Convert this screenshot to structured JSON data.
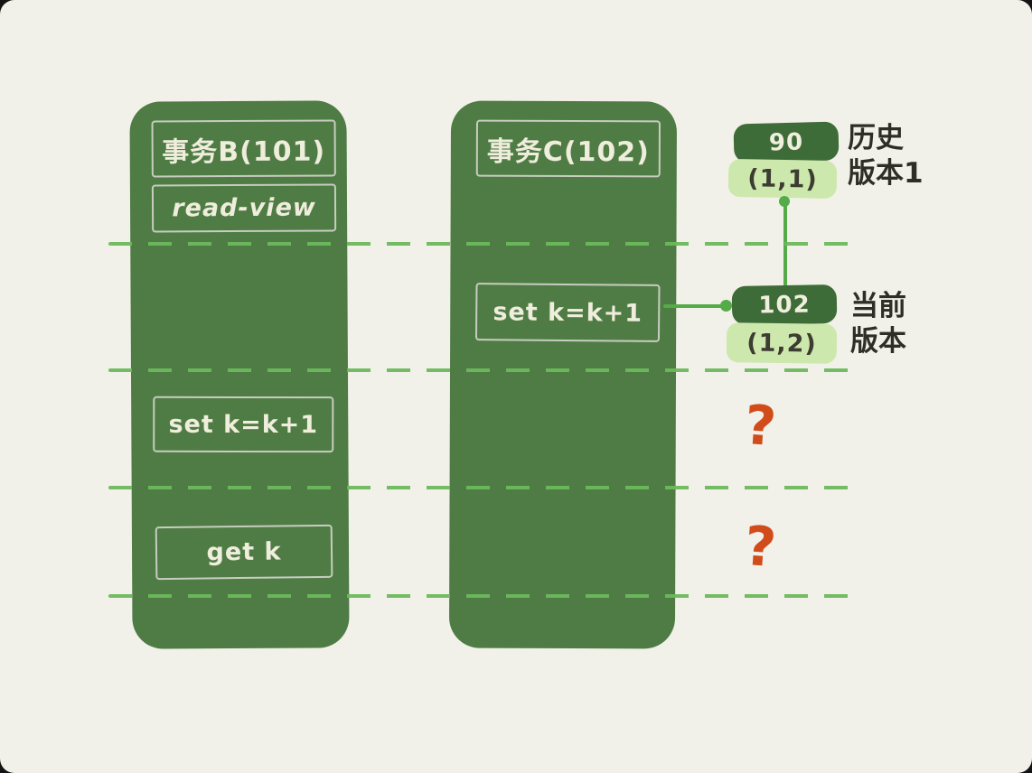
{
  "diagram": {
    "background": "#f2f1e9",
    "palette": {
      "column_green": "#4f7c45",
      "pill_dark_green": "#3e6c38",
      "pill_light_green": "#cde8ad",
      "dash_green": "#6cb95c",
      "connector_green": "#54ab47",
      "box_border": "#c7cdbf",
      "box_text": "#efeddc",
      "question_orange": "#d24b1a",
      "label_dark": "#2e2e27"
    },
    "transaction_b": {
      "title": "事务B(101)",
      "op_read_view": "read-view",
      "op_set": "set k=k+1",
      "op_get": "get k"
    },
    "transaction_c": {
      "title": "事务C(102)",
      "op_set": "set k=k+1"
    },
    "version_history": {
      "trx_id": "90",
      "value": "(1,1)",
      "label_line1": "历史",
      "label_line2": "版本1"
    },
    "version_current": {
      "trx_id": "102",
      "value": "(1,2)",
      "label_line1": "当前",
      "label_line2": "版本"
    },
    "question_mark_1": "?",
    "question_mark_2": "?"
  }
}
